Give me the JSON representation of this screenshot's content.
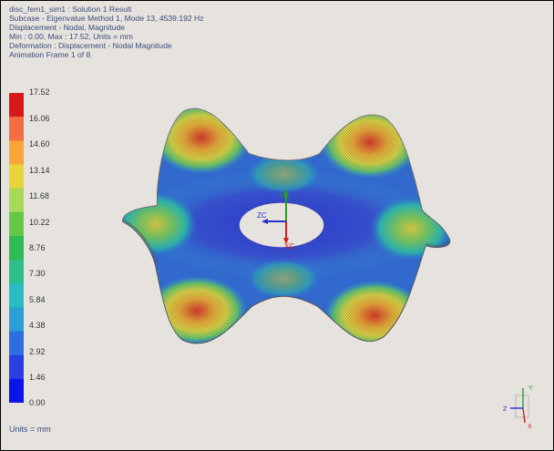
{
  "header": {
    "line1": "disc_fem1_sim1 : Solution 1 Result",
    "line2": "Subcase - Eigenvalue Method 1, Mode 13, 4539.192 Hz",
    "line3": "Displacement - Nodal, Magnitude",
    "line4": "Min : 0.00, Max : 17.52, Units = mm",
    "line5": "Deformation : Displacement - Nodal Magnitude",
    "line6": "Animation Frame 1 of 8"
  },
  "legend": {
    "ticks": [
      "17.52",
      "16.06",
      "14.60",
      "13.14",
      "11.68",
      "10.22",
      "8.76",
      "7.30",
      "5.84",
      "4.38",
      "2.92",
      "1.46",
      "0.00"
    ],
    "colors": [
      "#d7191c",
      "#f46d43",
      "#f9a435",
      "#e9d53a",
      "#a6d955",
      "#63c844",
      "#2fbb52",
      "#2bbf8d",
      "#29bcc0",
      "#2b9fd6",
      "#2d6fe0",
      "#2a3fe3",
      "#0a14e8"
    ]
  },
  "units_label": "Units = mm",
  "axes": {
    "model_triad": {
      "zc": "ZC",
      "yc": "YC",
      "xc": "XC"
    },
    "view_triad": {
      "y": "Y",
      "z": "Z",
      "x": "X"
    }
  }
}
